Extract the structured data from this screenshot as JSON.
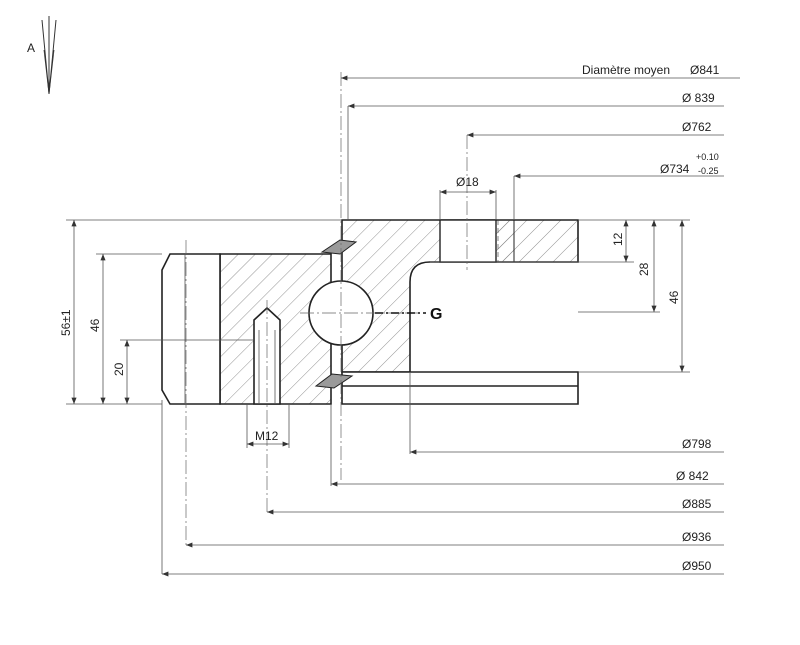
{
  "view": {
    "label": "A"
  },
  "ball_label": "G",
  "dimensions_right": {
    "mean_diameter_label": "Diamètre moyen",
    "mean_diameter": "Ø841",
    "d839": "Ø 839",
    "d762": "Ø762",
    "d734": "Ø734",
    "d734_tol_upper": "+0.10",
    "d734_tol_lower": "-0.25",
    "hole_dia": "Ø18"
  },
  "dimensions_bottom": {
    "thread": "M12",
    "d798": "Ø798",
    "d842": "Ø 842",
    "d885": "Ø885",
    "d936": "Ø936",
    "d950": "Ø950"
  },
  "heights": {
    "total": "56±1",
    "left_46": "46",
    "left_20": "20",
    "right_12": "12",
    "right_28": "28",
    "right_46": "46"
  }
}
